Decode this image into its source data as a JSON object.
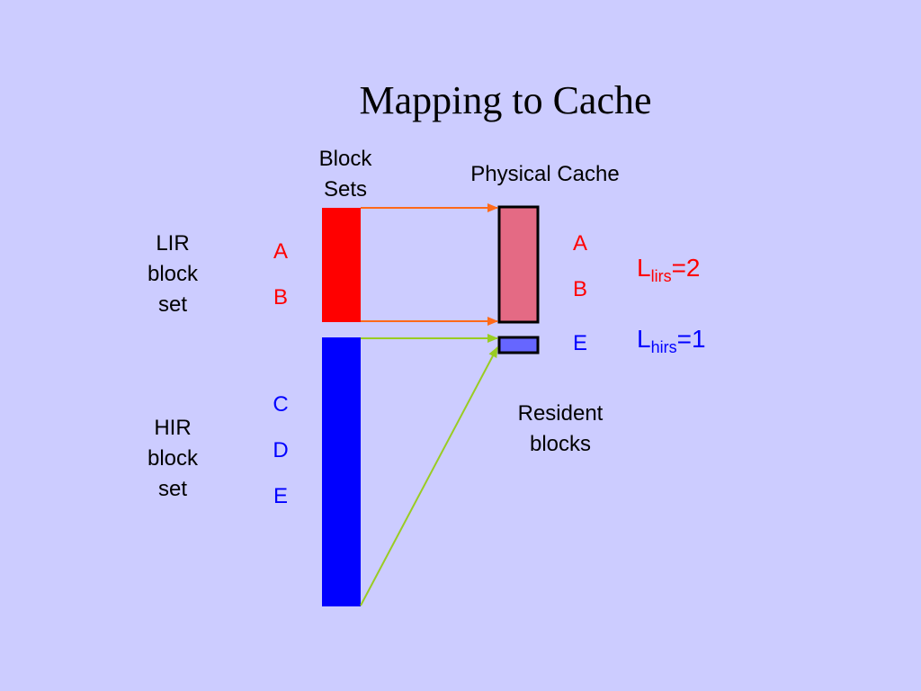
{
  "title": "Mapping to Cache",
  "block_sets_label_line1": "Block",
  "block_sets_label_line2": "Sets",
  "physical_cache_label": "Physical Cache",
  "lir_label": [
    "LIR",
    "block",
    "set"
  ],
  "hir_label": [
    "HIR",
    "block",
    "set"
  ],
  "lir_blocks": [
    "A",
    "B"
  ],
  "hir_blocks": [
    "C",
    "D",
    "E"
  ],
  "cache_blocks_lir": [
    "A",
    "B"
  ],
  "cache_blocks_hir": [
    "E"
  ],
  "resident_label": [
    "Resident",
    "blocks"
  ],
  "llirs": {
    "base": "L",
    "sub": "lirs",
    "value": "=2"
  },
  "lhirs": {
    "base": "L",
    "sub": "hirs",
    "value": "=1"
  },
  "colors": {
    "background": "#ccccff",
    "lir_set": "#ff0000",
    "hir_set": "#0000ff",
    "cache_lir": "#e46a84",
    "cache_hir": "#6666ff",
    "lir_arrow": "#ff6a1a",
    "hir_arrow": "#99cc22"
  }
}
